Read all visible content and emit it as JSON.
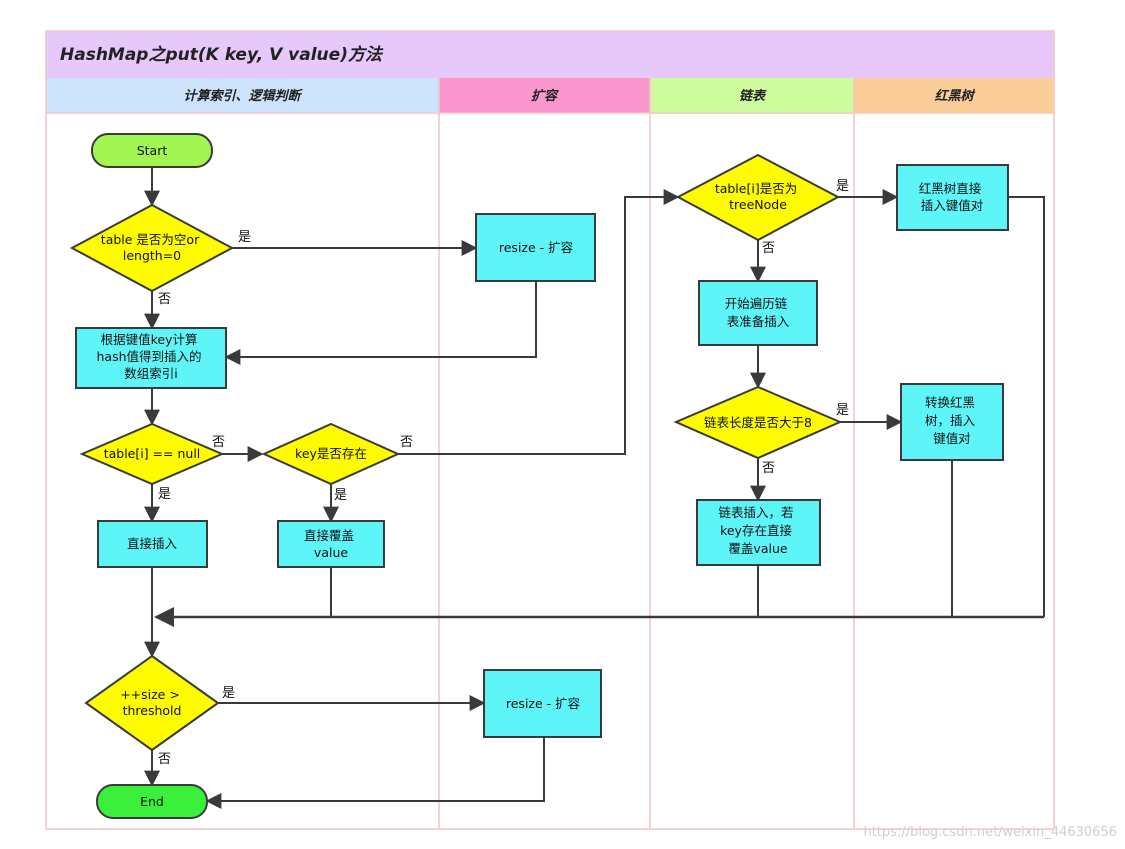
{
  "title": "HashMap之put(K key, V value)方法",
  "lanes": [
    "计算索引、逻辑判断",
    "扩容",
    "链表",
    "红黑树"
  ],
  "nodes": {
    "start": [
      "Start"
    ],
    "table_empty": [
      "table 是否为空or",
      "length=0"
    ],
    "resize_1": [
      "resize - 扩容"
    ],
    "compute_index": [
      "根据键值key计算",
      "hash值得到插入的",
      "数组索引i"
    ],
    "table_i_null": [
      "table[i] == null"
    ],
    "key_exists": [
      "key是否存在"
    ],
    "direct_insert": [
      "直接插入"
    ],
    "direct_overwrite": [
      "直接覆盖",
      "value"
    ],
    "is_tree_node": [
      "table[i]是否为",
      "treeNode"
    ],
    "rb_insert": [
      "红黑树直接",
      "插入键值对"
    ],
    "traverse_list": [
      "开始遍历链",
      "表准备插入"
    ],
    "list_len_gt8": [
      "链表长度是否大于8"
    ],
    "convert_rb": [
      "转换红黑",
      "树，插入",
      "键值对"
    ],
    "list_insert": [
      "链表插入，若",
      "key存在直接",
      "覆盖value"
    ],
    "size_gt_threshold": [
      "++size >",
      "threshold"
    ],
    "resize_2": [
      "resize - 扩容"
    ],
    "end": [
      "End"
    ]
  },
  "edge_labels": {
    "yes": "是",
    "no": "否"
  },
  "watermark": "https://blog.csdn.net/weixin_44630656",
  "colors": {
    "title_bg": "#e6c8fb",
    "lane_1_bg": "#cde3fb",
    "lane_2_bg": "#fb97cf",
    "lane_3_bg": "#cffb9f",
    "lane_4_bg": "#fbcd98",
    "lane_border": "#f6c4c4",
    "decision_fill": "#fffb00",
    "process_fill": "#5ef5f9",
    "start_fill": "#a3f552",
    "end_fill": "#3bf03b",
    "stroke": "#3a3a3a"
  }
}
